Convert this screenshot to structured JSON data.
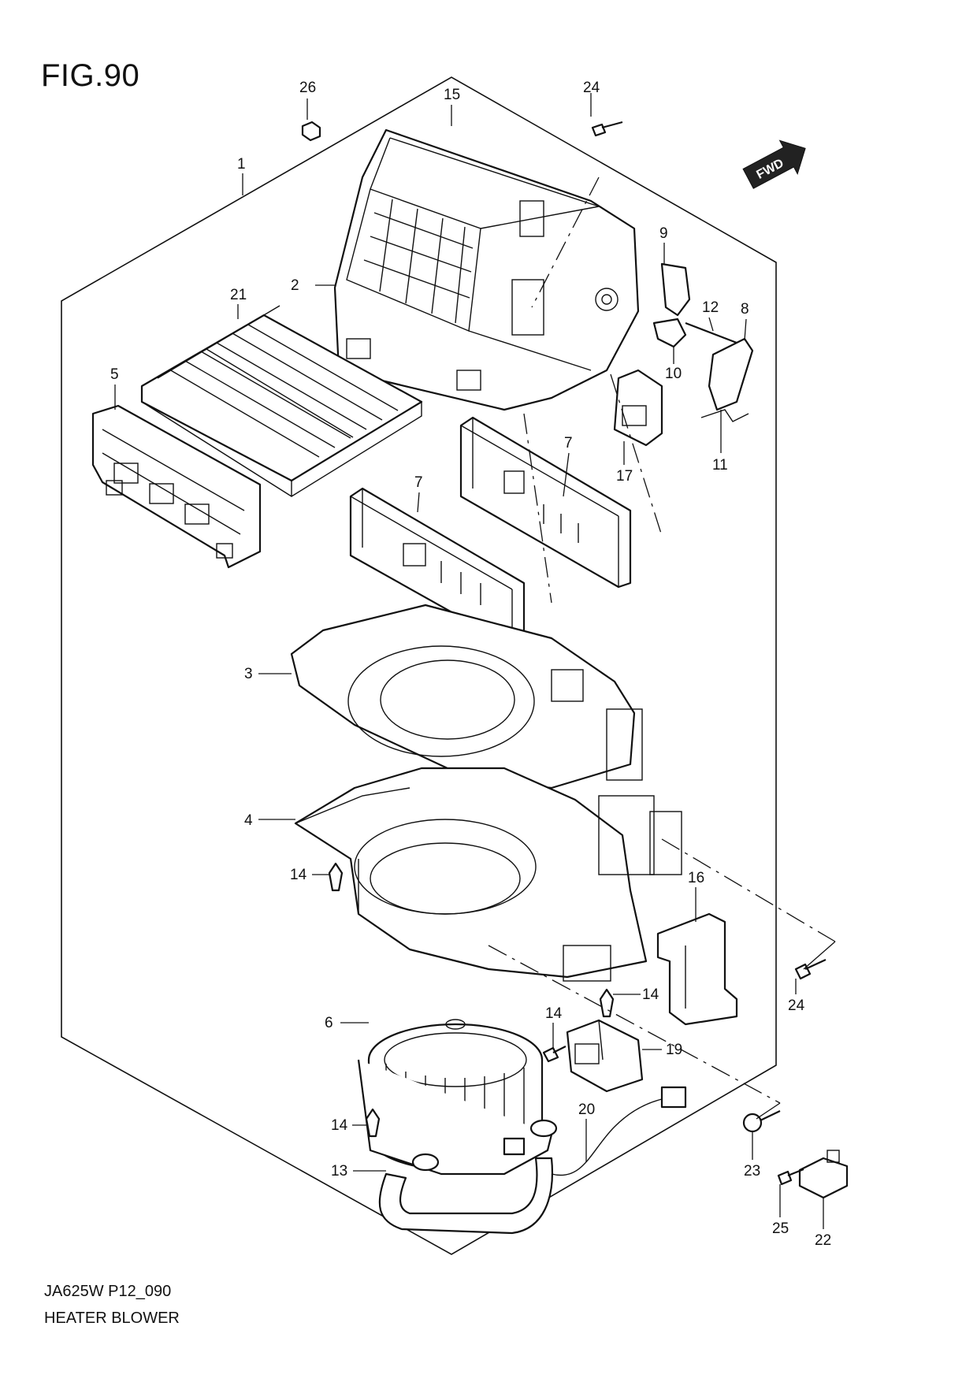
{
  "figure": {
    "title": "FIG.90",
    "ref_code": "JA625W P12_090",
    "caption": "HEATER BLOWER",
    "fwd_label": "FWD"
  },
  "callouts": [
    "1",
    "2",
    "3",
    "4",
    "5",
    "6",
    "7",
    "7",
    "8",
    "9",
    "10",
    "11",
    "12",
    "13",
    "14",
    "14",
    "14",
    "14",
    "15",
    "16",
    "17",
    "19",
    "20",
    "21",
    "22",
    "23",
    "24",
    "24",
    "25",
    "26"
  ],
  "icons": {
    "fwd_arrow": "forward-arrow-icon"
  }
}
